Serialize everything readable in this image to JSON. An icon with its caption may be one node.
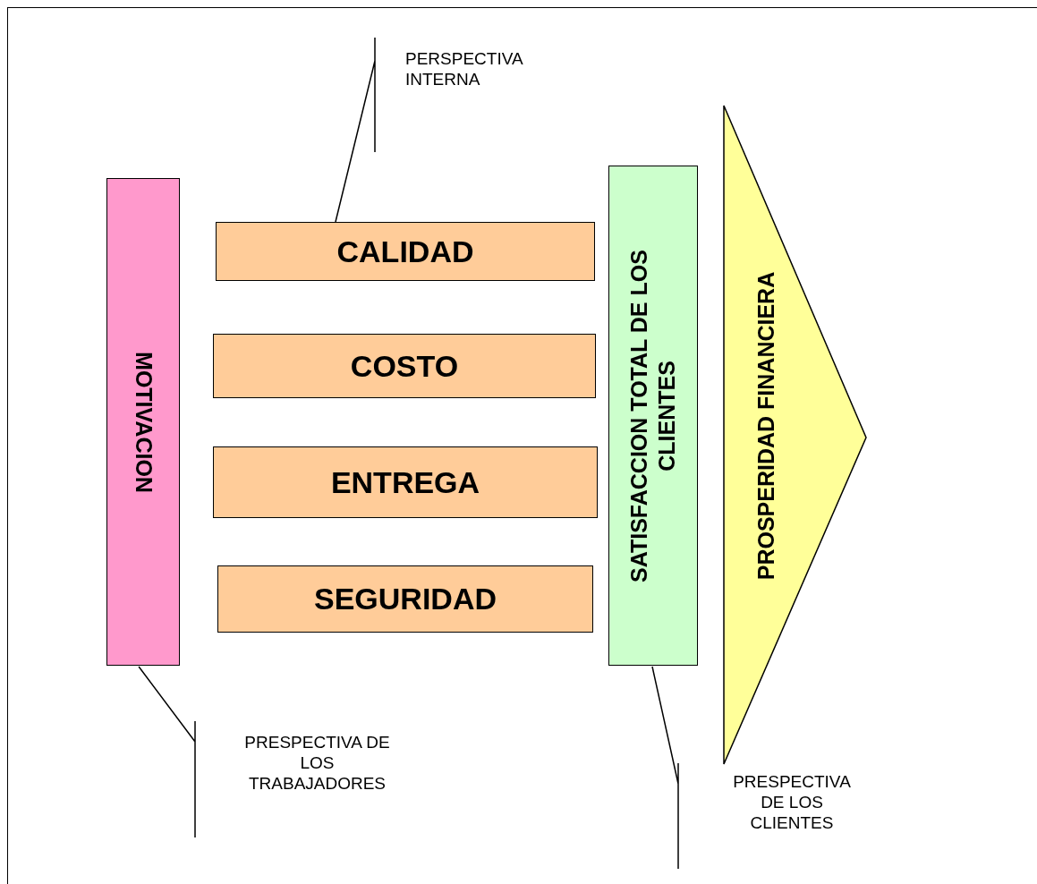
{
  "diagram": {
    "nodes": [
      {
        "text": [
          "MOTIVACION"
        ]
      },
      {
        "text": [
          "CALIDAD"
        ]
      },
      {
        "text": [
          "COSTO"
        ]
      },
      {
        "text": [
          "ENTREGA"
        ]
      },
      {
        "text": [
          "SEGURIDAD"
        ]
      },
      {
        "text": [
          "SATISFACCION TOTAL DE LOS CLIENTES"
        ]
      },
      {
        "text": [
          "PROSPERIDAD FINANCIERA"
        ]
      },
      {
        "text": [
          "PERSPECTIVA INTERNA"
        ]
      },
      {
        "text": [
          "PRESPECTIVA DE LOS TRABAJADORES"
        ]
      },
      {
        "text": [
          "PRESPECTIVA DE LOS CLIENTES"
        ]
      }
    ],
    "edges": [
      {
        "from": 7,
        "to": 1,
        "arrow": "none"
      },
      {
        "from": 8,
        "to": 0,
        "arrow": "none"
      },
      {
        "from": 9,
        "to": 5,
        "arrow": "none"
      }
    ]
  }
}
